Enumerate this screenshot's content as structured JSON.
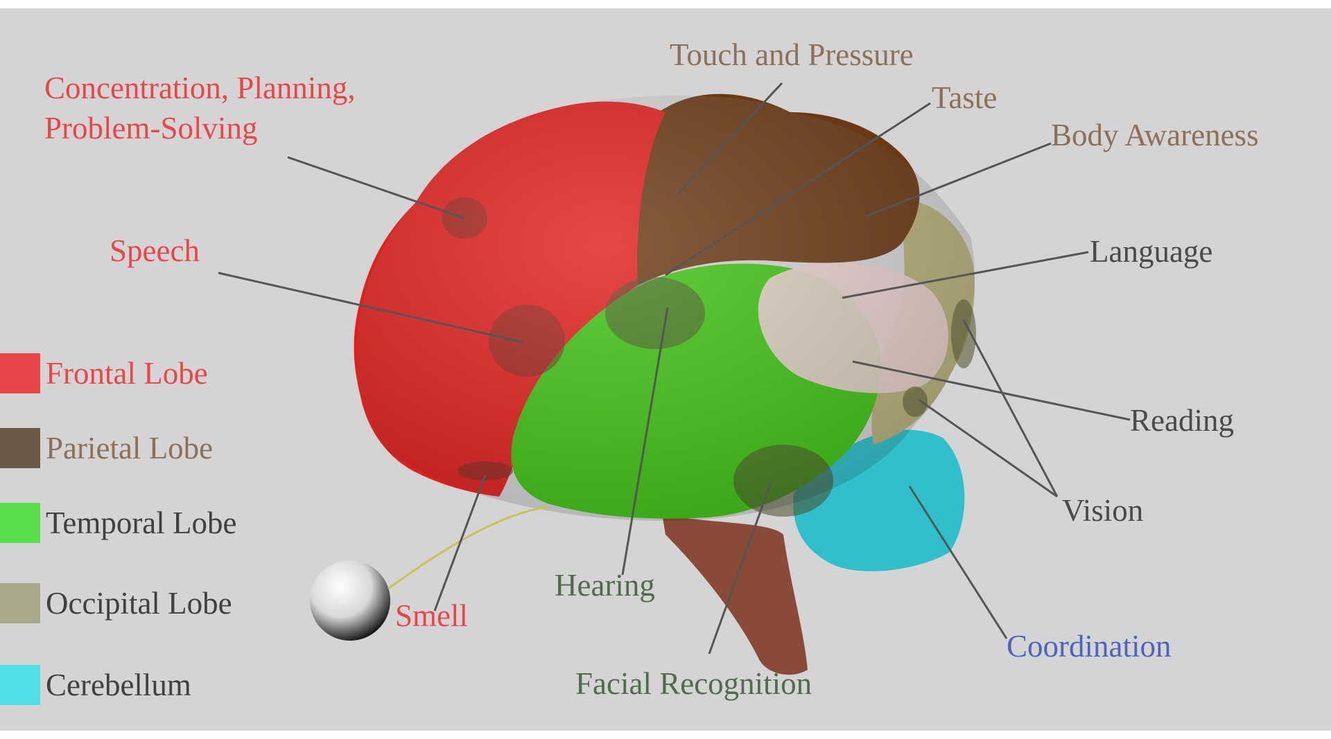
{
  "colors": {
    "background": "#d4d4d4",
    "frontal": "#e0201c",
    "parietal": "#6b3a14",
    "temporal": "#3fc413",
    "occipital": "#b7b07a",
    "cerebellum": "#2fc0cb",
    "brainstem": "#8a4a38",
    "language_region": "#e8cfcd",
    "label_red": "#e8474a",
    "label_brown": "#8c7158",
    "label_dark": "#4a4a4a",
    "label_green": "#4f6d4a",
    "label_blue": "#4e64b8"
  },
  "legend": [
    {
      "key": "frontal",
      "label": "Frontal Lobe",
      "swatch": "#e8474a",
      "text_color": "#e8474a"
    },
    {
      "key": "parietal",
      "label": "Parietal Lobe",
      "swatch": "#6b5a45",
      "text_color": "#8c7158"
    },
    {
      "key": "temporal",
      "label": "Temporal Lobe",
      "swatch": "#57e04a",
      "text_color": "#404040"
    },
    {
      "key": "occipital",
      "label": "Occipital Lobe",
      "swatch": "#a8a98a",
      "text_color": "#404040"
    },
    {
      "key": "cerebellum",
      "label": "Cerebellum",
      "swatch": "#4fe0e5",
      "text_color": "#404040"
    }
  ],
  "labels": {
    "concentration_line1": "Concentration, Planning,",
    "concentration_line2": "Problem-Solving",
    "speech": "Speech",
    "smell": "Smell",
    "touch_pressure": "Touch and Pressure",
    "taste": "Taste",
    "body_awareness": "Body Awareness",
    "language": "Language",
    "reading": "Reading",
    "vision": "Vision",
    "hearing": "Hearing",
    "facial_recognition": "Facial Recognition",
    "coordination": "Coordination"
  }
}
